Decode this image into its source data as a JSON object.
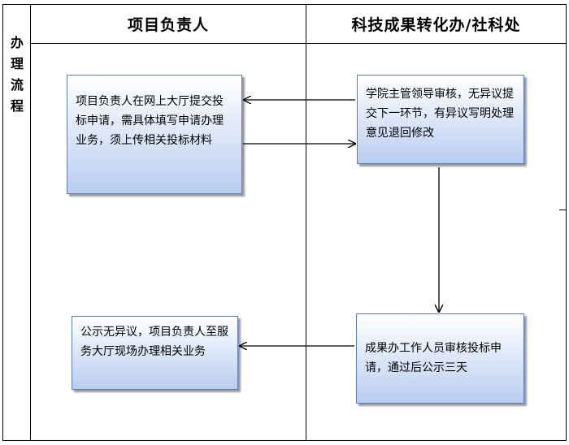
{
  "header": {
    "side_label": "办理流程",
    "col1_title": "项目负责人",
    "col2_title": "科技成果转化办/社科处"
  },
  "boxes": {
    "submit": "项目负责人在网上大厅提交投标申请，需具体填写申请办理业务，须上传相关投标材料",
    "college_review": "学院主管领导审核，无异议提交下一环节，有异议写明处理意见退回修改",
    "office_review": "成果办工作人员审核投标申请，通过后公示三天",
    "handle": "公示无异议，项目负责人至服务大厅现场办理相关业务"
  }
}
